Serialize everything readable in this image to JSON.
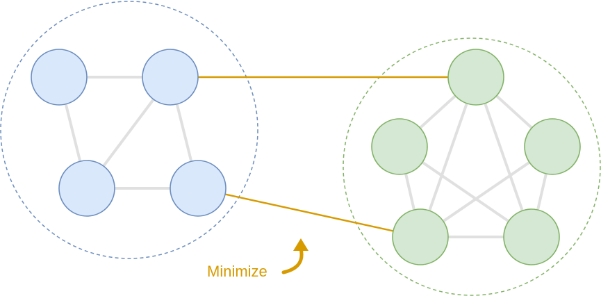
{
  "annotation": {
    "label": "Minimize"
  },
  "colors": {
    "cluster_a_fill": "#dae8fc",
    "cluster_a_stroke": "#6c8ebf",
    "cluster_b_fill": "#d5e8d4",
    "cluster_b_stroke": "#82b366",
    "intra_edge": "#e0e0e0",
    "cut_edge": "#d79b00"
  },
  "graph": {
    "clusters": [
      {
        "id": "A",
        "node_ids": [
          "a1",
          "a2",
          "a3",
          "a4"
        ]
      },
      {
        "id": "B",
        "node_ids": [
          "b1",
          "b2",
          "b3",
          "b4",
          "b5"
        ]
      }
    ],
    "intra_edges": [
      [
        "a1",
        "a2"
      ],
      [
        "a1",
        "a3"
      ],
      [
        "a2",
        "a3"
      ],
      [
        "a2",
        "a4"
      ],
      [
        "a3",
        "a4"
      ],
      [
        "b1",
        "b2"
      ],
      [
        "b1",
        "b3"
      ],
      [
        "b1",
        "b4"
      ],
      [
        "b1",
        "b5"
      ],
      [
        "b2",
        "b4"
      ],
      [
        "b2",
        "b5"
      ],
      [
        "b3",
        "b4"
      ],
      [
        "b3",
        "b5"
      ],
      [
        "b4",
        "b5"
      ]
    ],
    "cut_edges": [
      [
        "a2",
        "b1"
      ],
      [
        "a4",
        "b4"
      ]
    ]
  }
}
